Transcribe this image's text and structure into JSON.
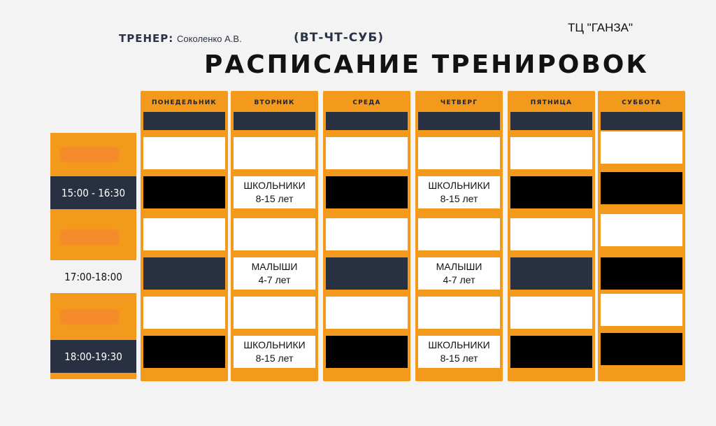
{
  "header": {
    "trainer_label": "ТРЕНЕР:",
    "trainer_name": "Соколенко А.В.",
    "days": "(ВТ-ЧТ-СУБ)",
    "venue": "ТЦ \"ГАНЗА\"",
    "title": "РАСПИСАНИЕ ТРЕНИРОВОК"
  },
  "time_slots": [
    {
      "label": "15:00 - 16:30"
    },
    {
      "label": "17:00-18:00"
    },
    {
      "label": "18:00-19:30"
    }
  ],
  "days": [
    {
      "name": "ПОНЕДЕЛЬНИК"
    },
    {
      "name": "ВТОРНИК"
    },
    {
      "name": "СРЕДА"
    },
    {
      "name": "ЧЕТВЕРГ"
    },
    {
      "name": "ПЯТНИЦА"
    },
    {
      "name": "СУББОТА"
    }
  ],
  "sessions": {
    "tue_1": {
      "group": "ШКОЛЬНИКИ",
      "age": "8-15 лет"
    },
    "tue_2": {
      "group": "МАЛЫШИ",
      "age": "4-7 лет"
    },
    "tue_3": {
      "group": "ШКОЛЬНИКИ",
      "age": "8-15 лет"
    },
    "thu_1": {
      "group": "ШКОЛЬНИКИ",
      "age": "8-15 лет"
    },
    "thu_2": {
      "group": "МАЛЫШИ",
      "age": "4-7 лет"
    },
    "thu_3": {
      "group": "ШКОЛЬНИКИ",
      "age": "8-15 лет"
    }
  },
  "colors": {
    "orange": "#f39a1c",
    "navy": "#283042",
    "black": "#000000",
    "white": "#ffffff"
  }
}
